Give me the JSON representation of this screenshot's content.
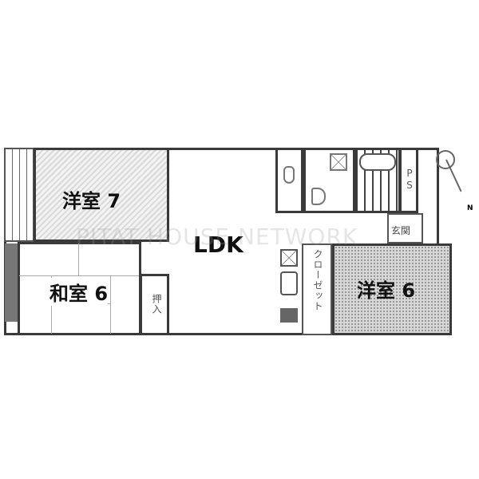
{
  "floorplan": {
    "rooms": [
      {
        "id": "western-room-7",
        "label": "洋室 7"
      },
      {
        "id": "japanese-room-6",
        "label": "和室 6"
      },
      {
        "id": "ldk",
        "label": "LDK"
      },
      {
        "id": "western-room-6",
        "label": "洋室 6"
      }
    ],
    "closet_label": "クローゼット",
    "oshiire_label": "押入",
    "entrance_label": "玄関",
    "ps_label": "PS",
    "compass_label": "N",
    "watermark": "PITAT HOUSE NETWORK"
  }
}
